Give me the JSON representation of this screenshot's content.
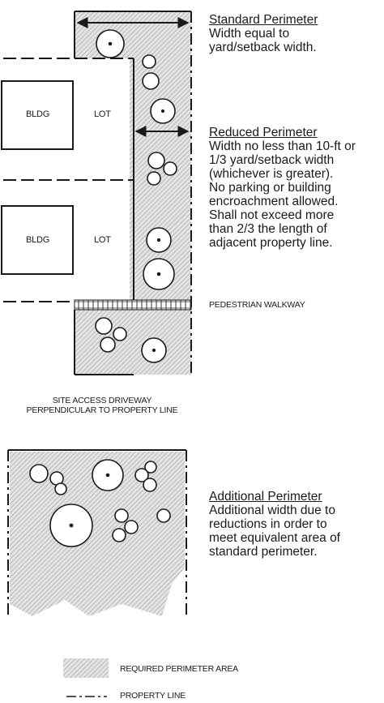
{
  "annotations": {
    "standard": {
      "title": "Standard Perimeter",
      "body": "Width equal to\nyard/setback width."
    },
    "reduced": {
      "title": "Reduced Perimeter",
      "body": "Width no less than 10-ft or\n1/3 yard/setback width\n(whichever is greater).\nNo parking or building\nencroachment allowed.\nShall not exceed more\nthan 2/3 the length of\nadjacent property line."
    },
    "additional": {
      "title": "Additional Perimeter",
      "body": "Additional width due to\nreductions in order to\nmeet equivalent area of\nstandard perimeter."
    }
  },
  "labels": {
    "bldg_1": "BLDG",
    "lot_1": "LOT",
    "bldg_2": "BLDG",
    "lot_2": "LOT",
    "walkway": "PEDESTRIAN WALKWAY",
    "driveway_line1": "SITE ACCESS DRIVEWAY",
    "driveway_line2": "PERPENDICULAR TO PROPERTY LINE"
  },
  "legend": {
    "perimeter_area": "REQUIRED PERIMETER AREA",
    "property_line": "PROPERTY LINE"
  },
  "colors": {
    "hatch_fill": "#cfcfcf",
    "line": "#1a1a1a"
  }
}
